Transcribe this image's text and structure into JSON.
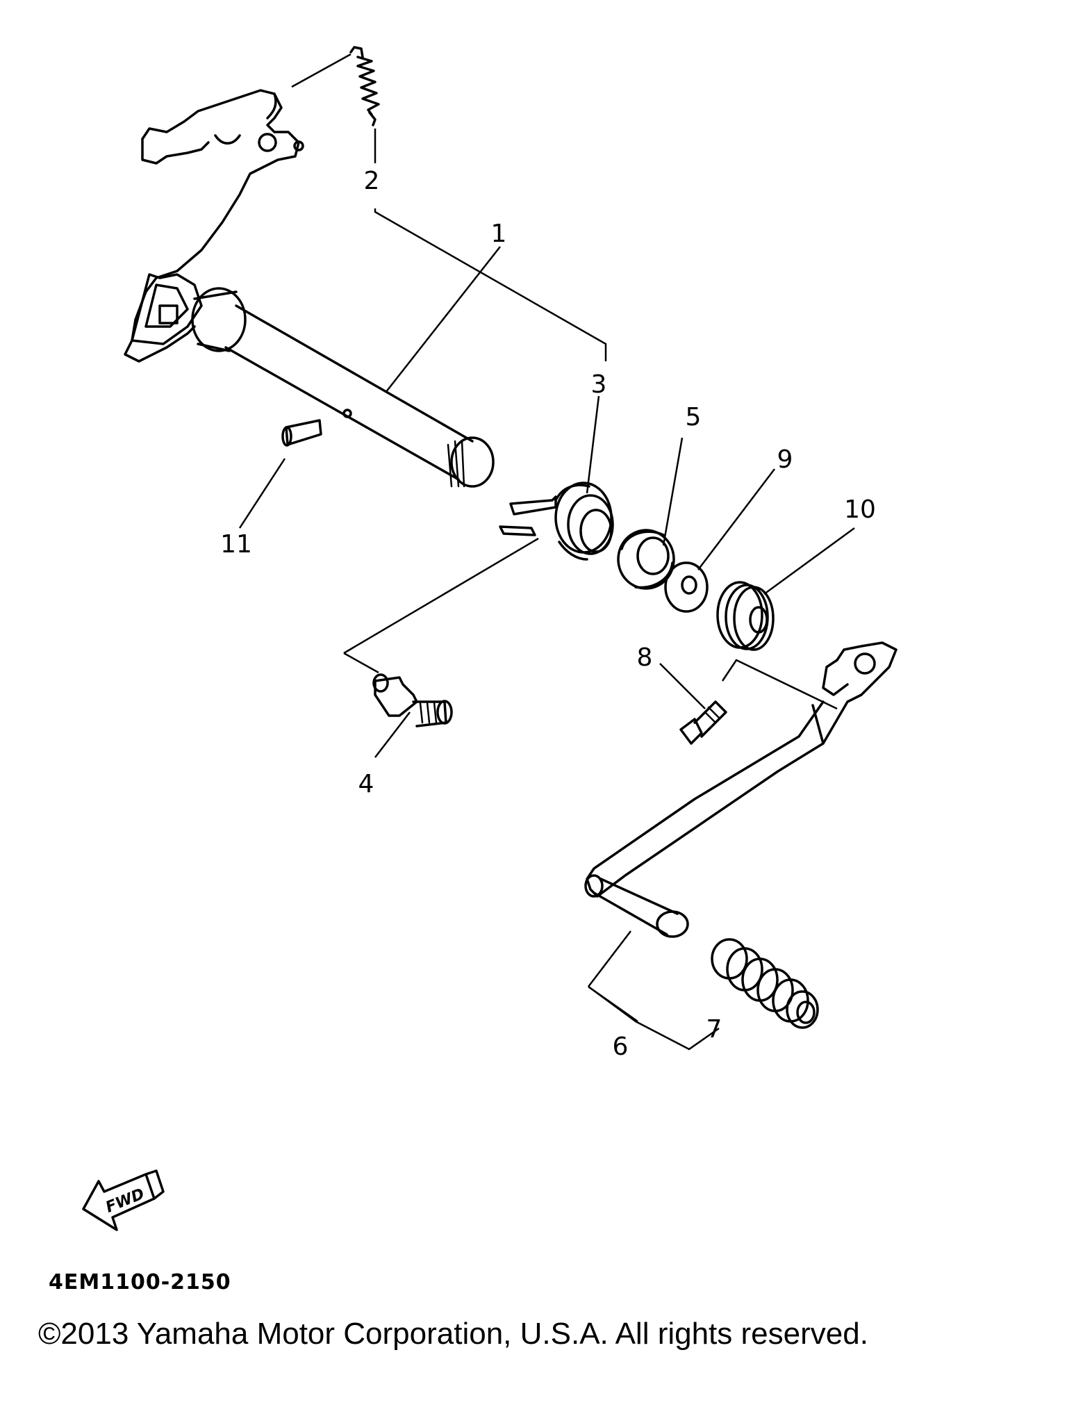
{
  "callouts": [
    {
      "id": "1",
      "label": "1"
    },
    {
      "id": "2",
      "label": "2"
    },
    {
      "id": "3",
      "label": "3"
    },
    {
      "id": "4",
      "label": "4"
    },
    {
      "id": "5",
      "label": "5"
    },
    {
      "id": "6",
      "label": "6"
    },
    {
      "id": "7",
      "label": "7"
    },
    {
      "id": "8",
      "label": "8"
    },
    {
      "id": "9",
      "label": "9"
    },
    {
      "id": "10",
      "label": "10"
    },
    {
      "id": "11",
      "label": "11"
    }
  ],
  "fwd_arrow": {
    "label": "FWD"
  },
  "diagram_code": "4EM1100-2150",
  "copyright": "©2013 Yamaha Motor Corporation, U.S.A. All rights reserved."
}
